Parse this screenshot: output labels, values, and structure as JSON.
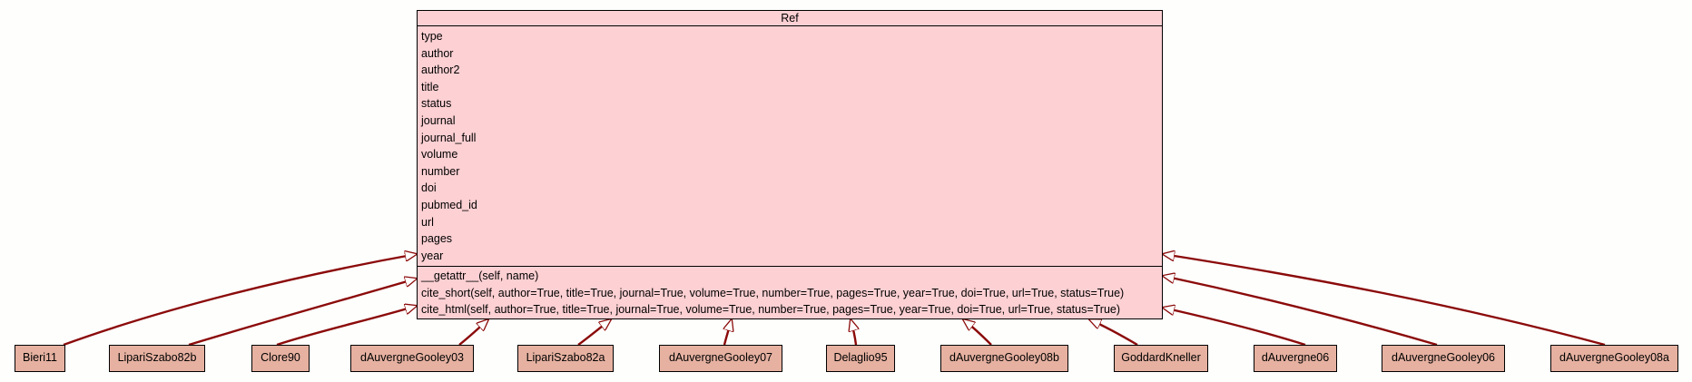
{
  "diagram": {
    "base_class": {
      "name": "Ref",
      "attributes": [
        "type",
        "author",
        "author2",
        "title",
        "status",
        "journal",
        "journal_full",
        "volume",
        "number",
        "doi",
        "pubmed_id",
        "url",
        "pages",
        "year"
      ],
      "methods": [
        "__getattr__(self, name)",
        "cite_short(self, author=True, title=True, journal=True, volume=True, number=True, pages=True, year=True, doi=True, url=True, status=True)",
        "cite_html(self, author=True, title=True, journal=True, volume=True, number=True, pages=True, year=True, doi=True, url=True, status=True)"
      ]
    },
    "subclasses": [
      "Bieri11",
      "LipariSzabo82b",
      "Clore90",
      "dAuvergneGooley03",
      "LipariSzabo82a",
      "dAuvergneGooley07",
      "Delaglio95",
      "dAuvergneGooley08b",
      "GoddardKneller",
      "dAuvergne06",
      "dAuvergneGooley06",
      "dAuvergneGooley08a"
    ],
    "colors": {
      "background": "#fefefc",
      "base_fill": "#fdd0d3",
      "subclass_fill": "#e6b1a1",
      "edge": "#8b0a0a",
      "border": "#000000"
    }
  }
}
